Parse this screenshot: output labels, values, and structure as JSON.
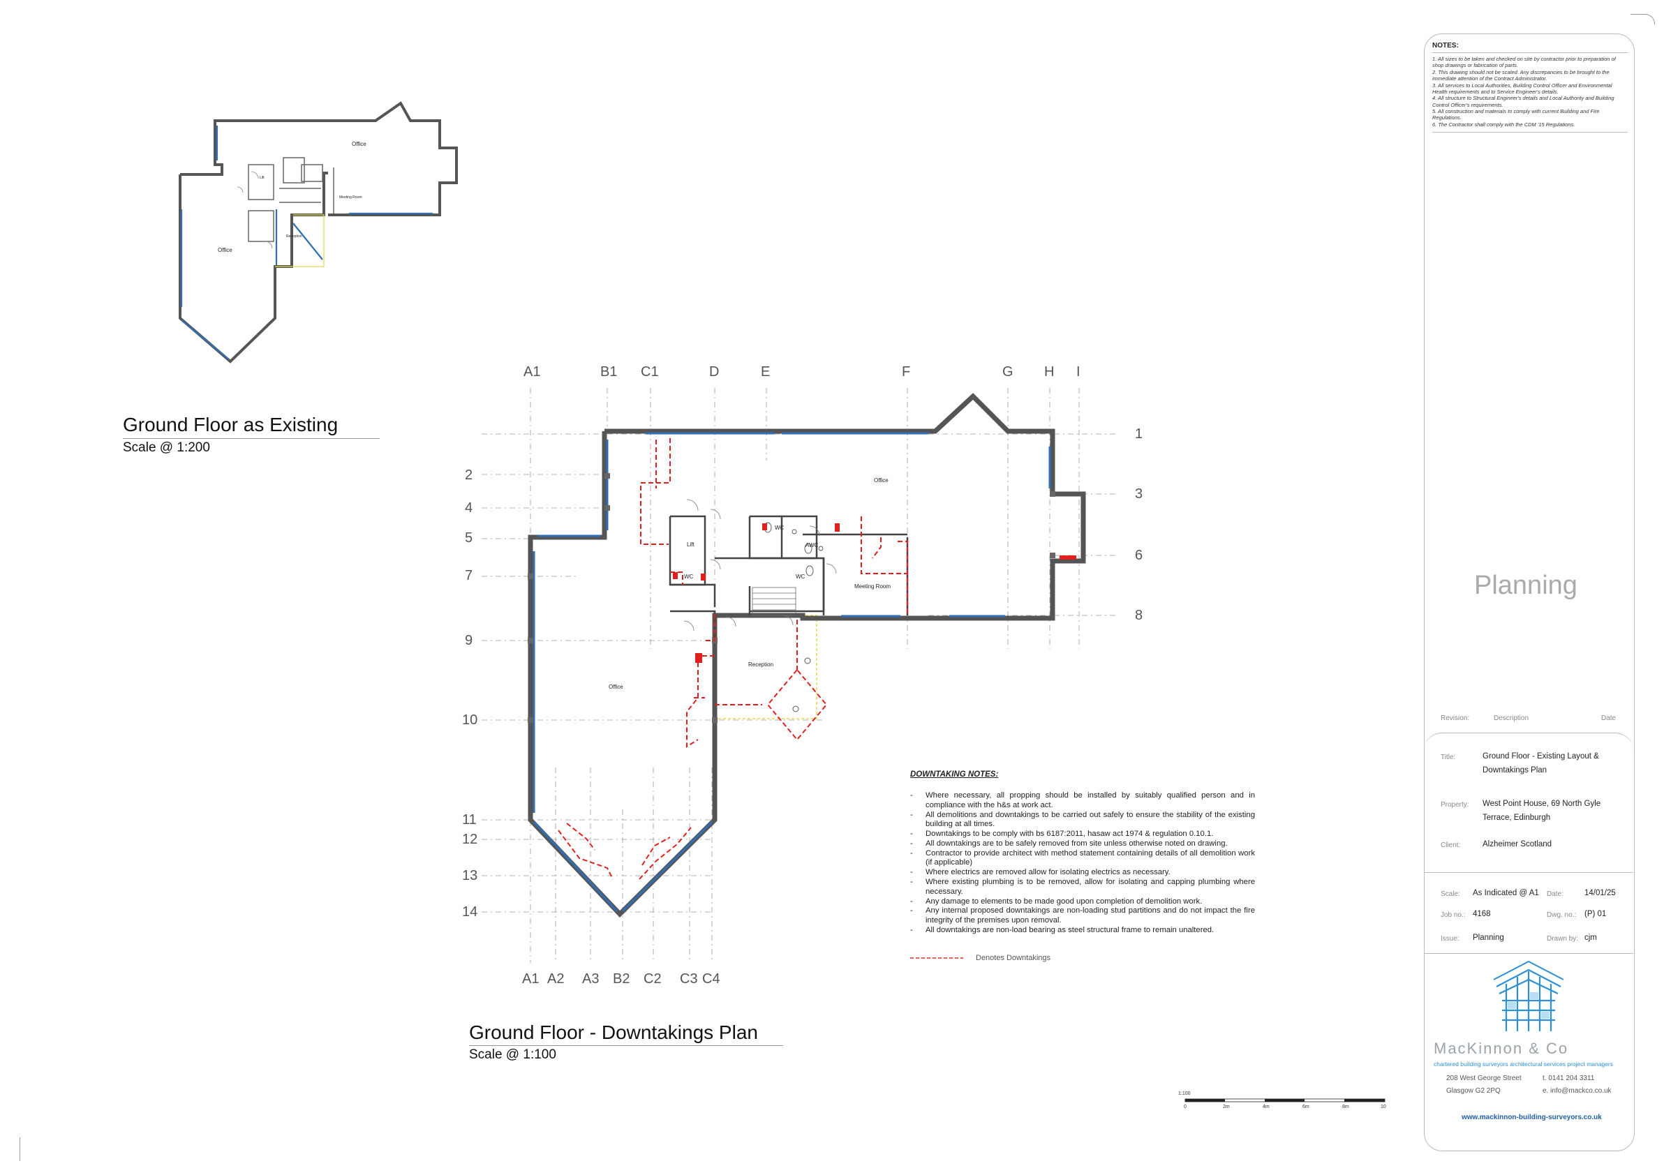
{
  "drawing_existing": {
    "title": "Ground Floor as Existing",
    "scale": "Scale @ 1:200",
    "rooms": [
      "Office",
      "Office",
      "Meeting Room",
      "Reception",
      "Lift"
    ]
  },
  "drawing_downtakings": {
    "title": "Ground Floor - Downtakings Plan",
    "scale": "Scale @ 1:100",
    "grid_top": [
      "A1",
      "B1",
      "C1",
      "D",
      "E",
      "F",
      "G",
      "H",
      "I"
    ],
    "grid_bottom": [
      "A1",
      "A2",
      "A3",
      "B2",
      "C2",
      "C3",
      "C4"
    ],
    "grid_left": [
      "2",
      "4",
      "5",
      "7",
      "9",
      "10",
      "11",
      "12",
      "13",
      "14"
    ],
    "grid_right": [
      "1",
      "3",
      "6",
      "8"
    ],
    "rooms": {
      "office_upper": "Office",
      "office_lower": "Office",
      "lift": "Lift",
      "wc1": "WC",
      "awc": "AWC",
      "wc2": "WC",
      "wc3": "WC",
      "meeting": "Meeting Room",
      "reception": "Reception"
    }
  },
  "downtaking_notes": {
    "title": "DOWNTAKING NOTES:",
    "items": [
      "Where necessary, all propping should be installed by suitably qualified person and in compliance with the h&s at work act.",
      "All demolitions and downtakings to be carried out safely to ensure the stability of the existing building at all times.",
      "Downtakings to be comply with bs 6187:2011, hasaw act 1974 & regulation 0.10.1.",
      "All downtakings are to be safely removed from site unless otherwise noted on drawing.",
      "Contractor to provide architect with method statement containing details of all demolition work (if applicable)",
      "Where electrics are removed allow for isolating electrics as necessary.",
      "Where existing plumbing is to be removed, allow for isolating and capping plumbing where necessary.",
      "Any damage to elements to be made good upon completion of demolition work.",
      "Any internal proposed downtakings are non-loading stud partitions and do not impact the fire integrity of the premises upon removal.",
      "All downtakings are non-load bearing as steel structural frame to remain unaltered."
    ],
    "legend": "Denotes Downtakings"
  },
  "notes": {
    "title": "NOTES:",
    "items": [
      "1. All sizes to be taken and checked on site by contractor prior to preparation of shop drawings or fabrication of parts.",
      "2. This drawing should not be scaled. Any discrepancies to be brought to the immediate attention of the Contract Administrator.",
      "3. All services to Local Authorities, Building Control Officer and Environmental Health requirements and to Service Engineer's details.",
      "4. All structure to Structural Engineer's details and Local Authority and Building Control Officer's requirements.",
      "5. All construction and materials to comply with current Building and Fire Regulations.",
      "6. The Contractor shall comply with the CDM '15 Regulations."
    ]
  },
  "status": "Planning",
  "revision_header": {
    "revision": "Revision:",
    "description": "Description",
    "date": "Date"
  },
  "title_block": {
    "title_label": "Title:",
    "title_value_1": "Ground Floor - Existing Layout &",
    "title_value_2": "Downtakings Plan",
    "property_label": "Property:",
    "property_value_1": "West Point House, 69 North Gyle",
    "property_value_2": "Terrace, Edinburgh",
    "client_label": "Client:",
    "client_value": "Alzheimer Scotland",
    "scale_label": "Scale:",
    "scale_value": "As Indicated @ A1",
    "date_label": "Date:",
    "date_value": "14/01/25",
    "job_label": "Job no.:",
    "job_value": "4168",
    "dwg_label": "Dwg. no.:",
    "dwg_value": "(P) 01",
    "issue_label": "Issue:",
    "issue_value": "Planning",
    "drawn_label": "Drawn by:",
    "drawn_value": "cjm"
  },
  "company": {
    "name": "MacKinnon & Co",
    "tagline": "chartered building surveyors  architectural services  project managers",
    "address_1": "208 West George Street",
    "address_2": "Glasgow G2 2PQ",
    "phone": "t. 0141 204 3311",
    "email": "e. info@mackco.co.uk",
    "website": "www.mackinnon-building-surveyors.co.uk"
  },
  "scale_bar": {
    "ratio": "1:100",
    "ticks": [
      "0",
      "2m",
      "4m",
      "6m",
      "8m",
      "10"
    ]
  },
  "colors": {
    "wall": "#555555",
    "glazing": "#2e6fb5",
    "downtaking": "#e0201f",
    "grid": "#999999",
    "boundary": "#e8d84a",
    "brand_blue": "#2d8fd4"
  }
}
